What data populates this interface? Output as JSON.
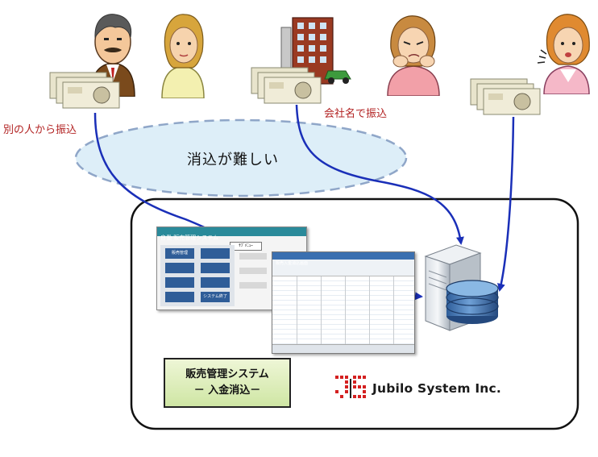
{
  "labels": {
    "transfer_from_other_person": "別の人から振込",
    "transfer_by_company_name": "会社名で振込",
    "reconciliation_difficult": "消込が難しい"
  },
  "system_box": {
    "line1": "販売管理システム",
    "line2": "－ 入金消込－"
  },
  "company_logo": {
    "mark": "JS",
    "name": "Jubilo System Inc."
  },
  "menu_window": {
    "title": "自働 販売管理システム",
    "tab": "ｻﾌﾞﾒﾆｭｰ",
    "buttons": [
      "販売管理",
      "",
      "",
      "",
      "",
      "",
      "",
      "システム終了"
    ]
  },
  "list_window": {
    "title": "販売入金消込画面"
  },
  "icons": [
    "man-with-mustache",
    "woman-blonde",
    "office-building",
    "worried-woman",
    "woman-talking",
    "banknotes-yen",
    "server-database"
  ],
  "colors": {
    "arrow": "#1a2fb8",
    "ellipse_fill": "#ddeef8",
    "ellipse_stroke": "#8fa6c8",
    "label_red": "#b22222",
    "system_box_fill": "#d8ebb4",
    "menu_header": "#2a8a9a",
    "menu_button": "#2f5d98"
  }
}
